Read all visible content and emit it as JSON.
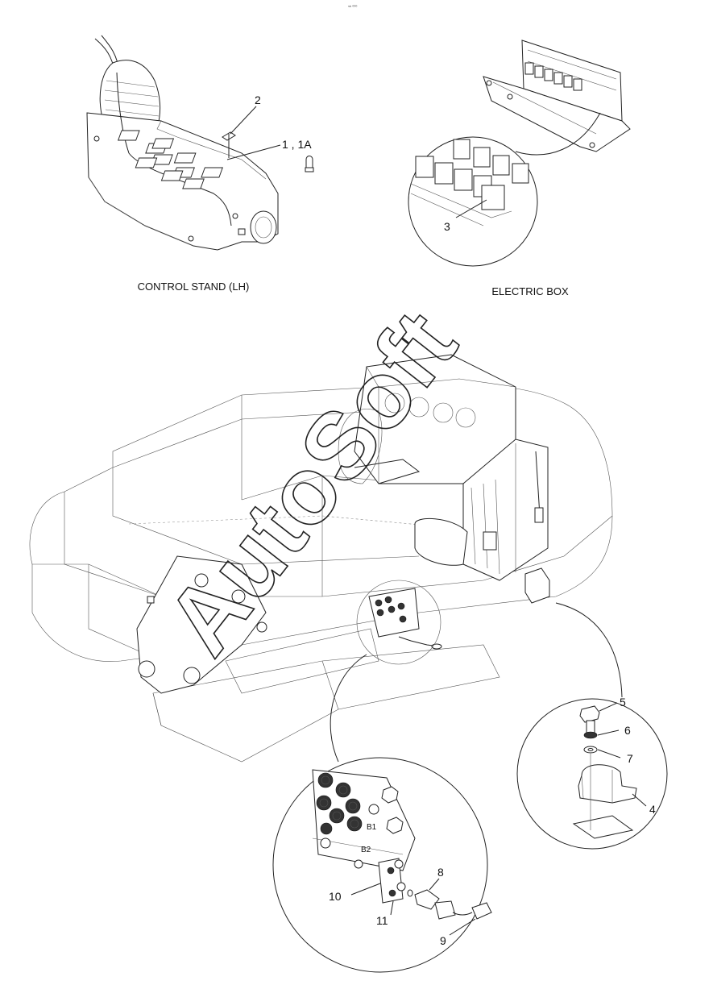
{
  "header": {
    "code": "⁵ᵇ ⁰⁰⁰"
  },
  "views": [
    {
      "id": "control-stand",
      "title": "CONTROL STAND (LH)"
    },
    {
      "id": "electric-box",
      "title": "ELECTRIC BOX"
    }
  ],
  "callouts": [
    {
      "id": "c1",
      "text": "1 , 1A"
    },
    {
      "id": "c2",
      "text": "2"
    },
    {
      "id": "c3",
      "text": "3"
    },
    {
      "id": "c4",
      "text": "4"
    },
    {
      "id": "c5",
      "text": "5"
    },
    {
      "id": "c6",
      "text": "6"
    },
    {
      "id": "c7",
      "text": "7"
    },
    {
      "id": "c8",
      "text": "8"
    },
    {
      "id": "c9",
      "text": "9"
    },
    {
      "id": "c10",
      "text": "10"
    },
    {
      "id": "c11",
      "text": "11"
    }
  ],
  "port_labels": [
    {
      "id": "b1",
      "text": "B1"
    },
    {
      "id": "b2",
      "text": "B2"
    }
  ],
  "watermark": {
    "text": "AutoSoft"
  }
}
